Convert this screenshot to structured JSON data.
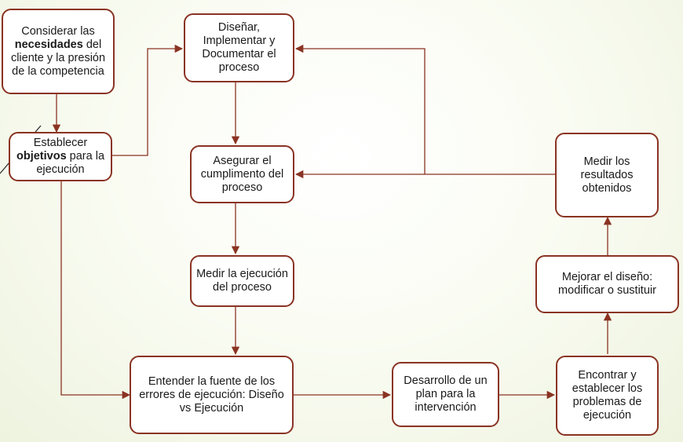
{
  "diagram": {
    "nodes": {
      "n1": {
        "pre": "Considerar las ",
        "bold": "necesidades",
        "post": " del cliente y la presión de la competencia"
      },
      "n2": {
        "pre": "Establecer ",
        "bold": "objetivos",
        "post": " para la ejecución"
      },
      "n3": {
        "pre": "Diseñar, Implementar y Documentar el proceso",
        "bold": "",
        "post": ""
      },
      "n4": {
        "pre": "Asegurar el cumplimento del proceso",
        "bold": "",
        "post": ""
      },
      "n5": {
        "pre": "Medir la ejecución del proceso",
        "bold": "",
        "post": ""
      },
      "n6": {
        "pre": "Entender la fuente de los errores de ejecución: Diseño vs Ejecución",
        "bold": "",
        "post": ""
      },
      "n7": {
        "pre": "Desarrollo de un plan para la intervención",
        "bold": "",
        "post": ""
      },
      "n8": {
        "pre": "Encontrar y establecer los problemas de ejecución",
        "bold": "",
        "post": ""
      },
      "n9": {
        "pre": "Mejorar el diseño: modificar o sustituir",
        "bold": "",
        "post": ""
      },
      "n10": {
        "pre": "Medir los resultados obtenidos",
        "bold": "",
        "post": ""
      }
    },
    "edges": [
      {
        "from": "n1",
        "to": "n2"
      },
      {
        "from": "n2",
        "to": "n3"
      },
      {
        "from": "n2",
        "to": "n6"
      },
      {
        "from": "n3",
        "to": "n4"
      },
      {
        "from": "n4",
        "to": "n5"
      },
      {
        "from": "n5",
        "to": "n6"
      },
      {
        "from": "n6",
        "to": "n7"
      },
      {
        "from": "n7",
        "to": "n8"
      },
      {
        "from": "n8",
        "to": "n9"
      },
      {
        "from": "n9",
        "to": "n10"
      },
      {
        "from": "n10",
        "to": "n4"
      },
      {
        "from": "n10",
        "to": "n3"
      }
    ],
    "colors": {
      "border": "#8a3323",
      "arrow": "#8a3323",
      "background": "#f4f7ea",
      "accent": "#6b8a2a"
    }
  }
}
